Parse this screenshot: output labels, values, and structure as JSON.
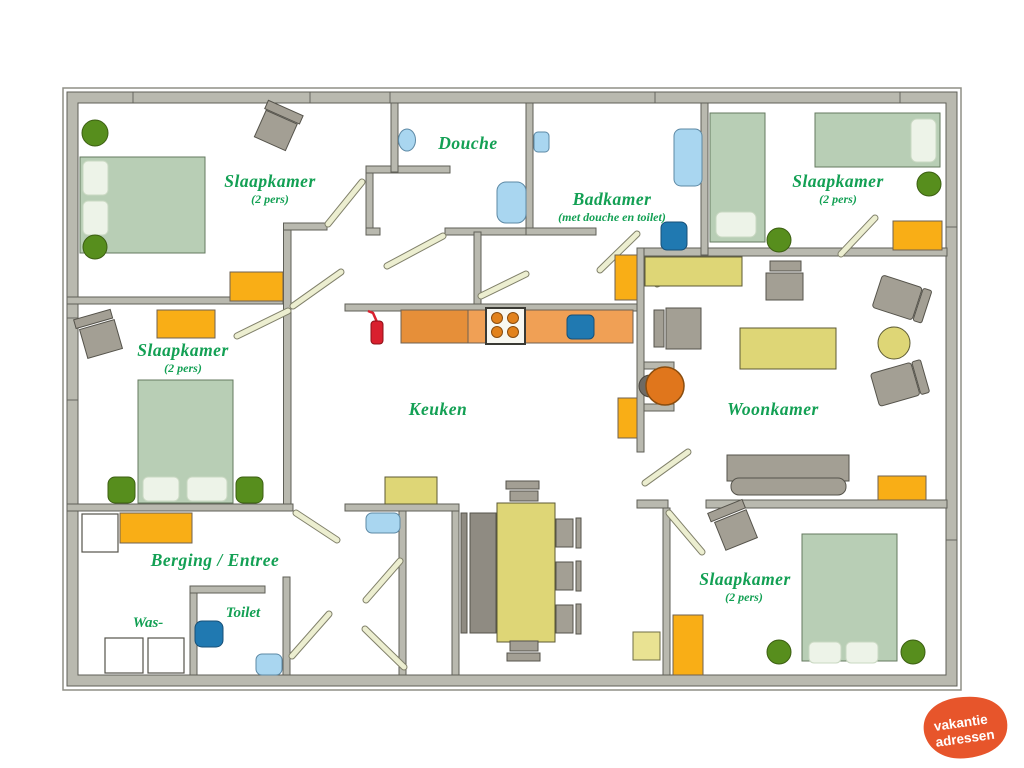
{
  "rooms": {
    "bedroom_top_left": {
      "label": "Slaapkamer",
      "sublabel": "(2 pers)"
    },
    "douche": {
      "label": "Douche"
    },
    "badkamer": {
      "label": "Badkamer",
      "sublabel": "(met douche en toilet)"
    },
    "bedroom_top_right": {
      "label": "Slaapkamer",
      "sublabel": "(2 pers)"
    },
    "bedroom_mid_left": {
      "label": "Slaapkamer",
      "sublabel": "(2 pers)"
    },
    "keuken": {
      "label": "Keuken"
    },
    "woonkamer": {
      "label": "Woonkamer"
    },
    "berging": {
      "label": "Berging / Entree"
    },
    "was": {
      "label": "Was-"
    },
    "toilet": {
      "label": "Toilet"
    },
    "bedroom_bottom_right": {
      "label": "Slaapkamer",
      "sublabel": "(2 pers)"
    }
  },
  "logo": {
    "line1": "vakantie",
    "line2": "adressen"
  },
  "colors": {
    "label-green": "#13a054",
    "wall-fill": "#b9b9af",
    "bed-green": "#b8ceb5",
    "plant-green": "#578e1d",
    "cabinet-orange": "#f9ae16",
    "counter-orange": "#f0a055",
    "khaki": "#ded676",
    "furniture-gray": "#a39f94",
    "door-cream": "#eceed0",
    "water-light": "#a9d6f0",
    "water-dark": "#2079b1",
    "stove-orange": "#e2821c",
    "fire-red": "#d9202e",
    "logo-orange": "#e7552b"
  }
}
